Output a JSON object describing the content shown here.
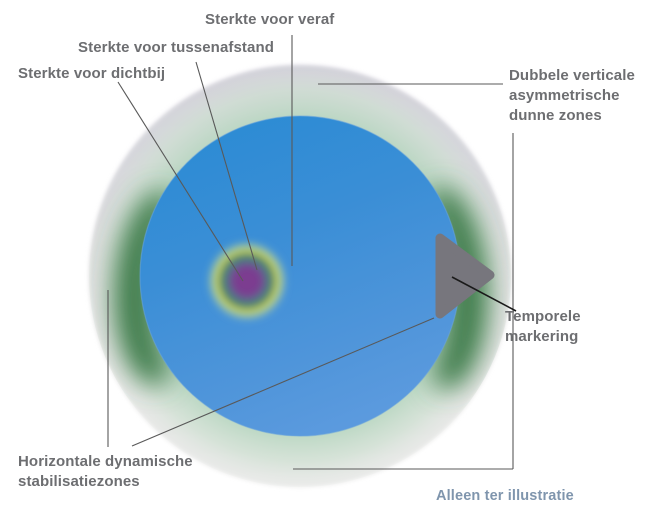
{
  "figure": {
    "type": "anatomical-illustration",
    "subject": "intraocular-lens-optic-zones",
    "background_color": "#ffffff",
    "label_color": "#6d6e71",
    "leader_line_color": "#595959",
    "footnote_color": "#7f95ad"
  },
  "labels": {
    "near": "Sterkte voor dichtbij",
    "intermediate": "Sterkte voor tussenafstand",
    "far": "Sterkte voor veraf",
    "thin_zones": "Dubbele verticale\nasymmetrische\ndunne zones",
    "temporal_marker": "Temporele\nmarkering",
    "stabilisation": "Horizontale dynamische\nstabilisatiezones"
  },
  "footnote": {
    "text": "Alleen ter illustratie"
  },
  "lens": {
    "haptic_rim_color": "#d5d4dc",
    "haptic_rim_lower_color": "#e7e7e7",
    "optic_color_top": "#2f8fd6",
    "optic_color_bottom": "#4f93d9",
    "pale_green_ring_color": "#bcd9c4",
    "stabilisation_zone_color": "#3d7a4a",
    "marker_color": "#77767d",
    "power_blob": {
      "core_color": "#7b3b8f",
      "ring_colors": [
        "#7b3b8f",
        "#35728f",
        "#3fa08a",
        "#a8d24a",
        "#f0f07a"
      ]
    }
  }
}
